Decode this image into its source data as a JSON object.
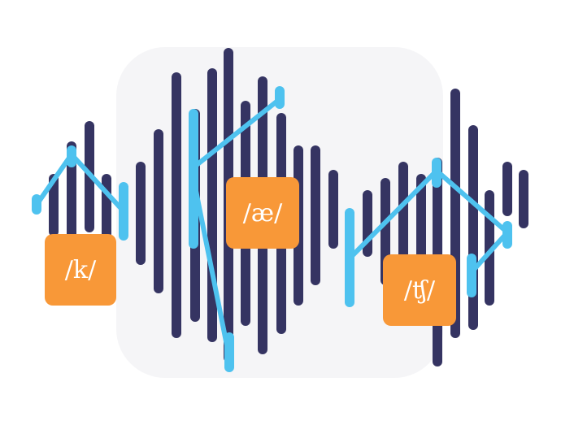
{
  "labels": {
    "k": "/k/",
    "ae": "/æ/",
    "tsh": "/ʧ/"
  },
  "colors": {
    "bar": "#353462",
    "highlight": "#4ec2ef",
    "label": "#f89838",
    "panel": "#f5f5f7"
  },
  "icons": {
    "waveform": "audio-waveform-icon",
    "pitch_contour": "pitch-contour-line-icon"
  }
}
